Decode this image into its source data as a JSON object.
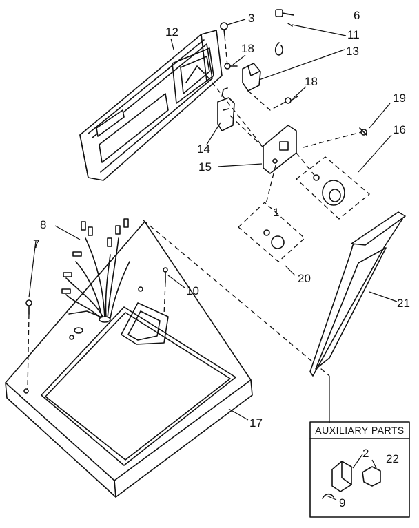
{
  "callouts": [
    {
      "id": "c3",
      "text": "3"
    },
    {
      "id": "c6",
      "text": "6"
    },
    {
      "id": "c12",
      "text": "12"
    },
    {
      "id": "c11",
      "text": "11"
    },
    {
      "id": "c18a",
      "text": "18"
    },
    {
      "id": "c13",
      "text": "13"
    },
    {
      "id": "c18b",
      "text": "18"
    },
    {
      "id": "c19",
      "text": "19"
    },
    {
      "id": "c16",
      "text": "16"
    },
    {
      "id": "c14",
      "text": "14"
    },
    {
      "id": "c15",
      "text": "15"
    },
    {
      "id": "c1",
      "text": "1"
    },
    {
      "id": "c8",
      "text": "8"
    },
    {
      "id": "c7",
      "text": "7"
    },
    {
      "id": "c10",
      "text": "10"
    },
    {
      "id": "c20",
      "text": "20"
    },
    {
      "id": "c21",
      "text": "21"
    },
    {
      "id": "c17",
      "text": "17"
    },
    {
      "id": "c2",
      "text": "2"
    },
    {
      "id": "c22",
      "text": "22"
    },
    {
      "id": "c9",
      "text": "9"
    }
  ],
  "auxiliary_box": {
    "title": "AUXILIARY PARTS"
  }
}
